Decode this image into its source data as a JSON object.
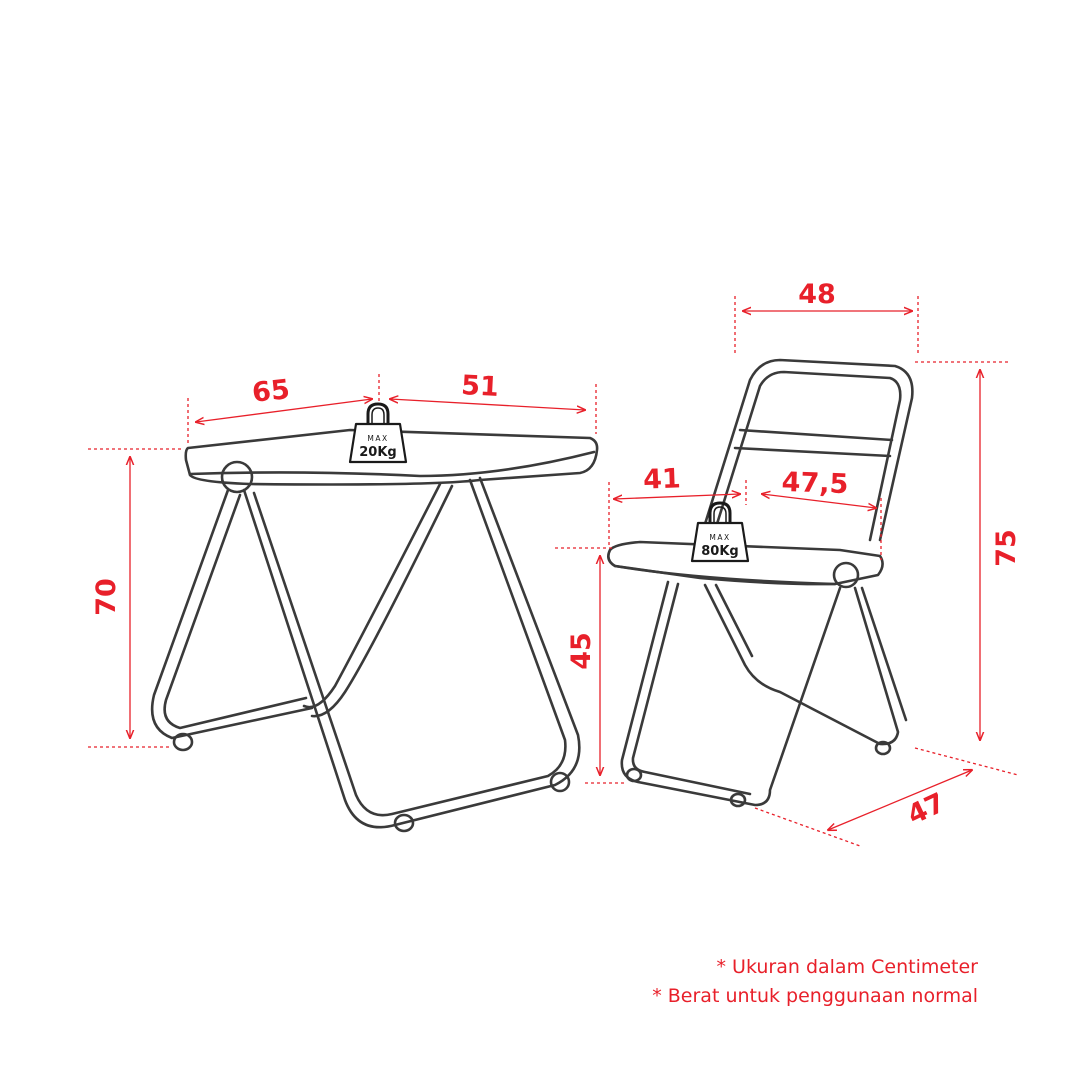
{
  "colors": {
    "accent": "#e8202a",
    "line": "#3a3a3a",
    "background": "#ffffff"
  },
  "table": {
    "width_label": "65",
    "depth_label": "51",
    "height_label": "70",
    "weight": {
      "max_label": "MAX",
      "value_label": "20Kg",
      "icon": "weight-icon"
    }
  },
  "chair": {
    "width_label": "48",
    "seat_width_label": "41",
    "seat_depth_label": "47,5",
    "seat_height_label": "45",
    "height_label": "75",
    "depth_label": "47",
    "weight": {
      "max_label": "MAX",
      "value_label": "80Kg",
      "icon": "weight-icon"
    }
  },
  "notes": [
    "* Ukuran dalam Centimeter",
    "* Berat untuk penggunaan normal"
  ]
}
